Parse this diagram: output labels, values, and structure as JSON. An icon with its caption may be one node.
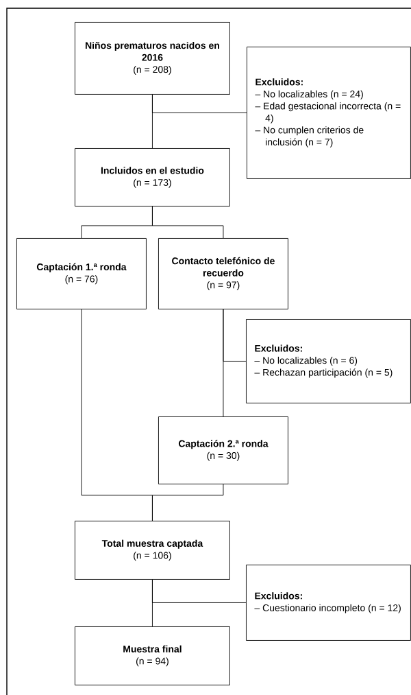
{
  "diagram": {
    "nodes": [
      {
        "text": [
          "Niños prematuros nacidos en 2016",
          "(n = 208)"
        ]
      },
      {
        "text": [
          "Excluidos:",
          "– No localizables (n = 24)",
          "– Edad gestacional incorrecta (n = 4)",
          "– No cumplen criterios de inclusión (n = 7)"
        ]
      },
      {
        "text": [
          "Incluidos en el estudio",
          "(n = 173)"
        ]
      },
      {
        "text": [
          "Captación 1.ª ronda",
          "(n = 76)"
        ]
      },
      {
        "text": [
          "Contacto telefónico de recuerdo",
          "(n = 97)"
        ]
      },
      {
        "text": [
          "Excluidos:",
          "– No localizables (n = 6)",
          "– Rechazan participación (n = 5)"
        ]
      },
      {
        "text": [
          "Captación 2.ª ronda",
          "(n = 30)"
        ]
      },
      {
        "text": [
          "Total muestra captada",
          "(n = 106)"
        ]
      },
      {
        "text": [
          "Excluidos:",
          "– Cuestionario incompleto (n = 12)"
        ]
      },
      {
        "text": [
          "Muestra final",
          "(n = 94)"
        ]
      }
    ],
    "edges": [
      {
        "from": 0,
        "to": 2,
        "arrow": "none"
      },
      {
        "from": 0,
        "to": 1,
        "arrow": "none"
      },
      {
        "from": 2,
        "to": 3,
        "arrow": "none"
      },
      {
        "from": 2,
        "to": 4,
        "arrow": "none"
      },
      {
        "from": 4,
        "to": 6,
        "arrow": "none"
      },
      {
        "from": 4,
        "to": 5,
        "arrow": "none"
      },
      {
        "from": 3,
        "to": 7,
        "arrow": "none"
      },
      {
        "from": 6,
        "to": 7,
        "arrow": "none"
      },
      {
        "from": 7,
        "to": 9,
        "arrow": "none"
      },
      {
        "from": 7,
        "to": 8,
        "arrow": "none"
      }
    ]
  }
}
